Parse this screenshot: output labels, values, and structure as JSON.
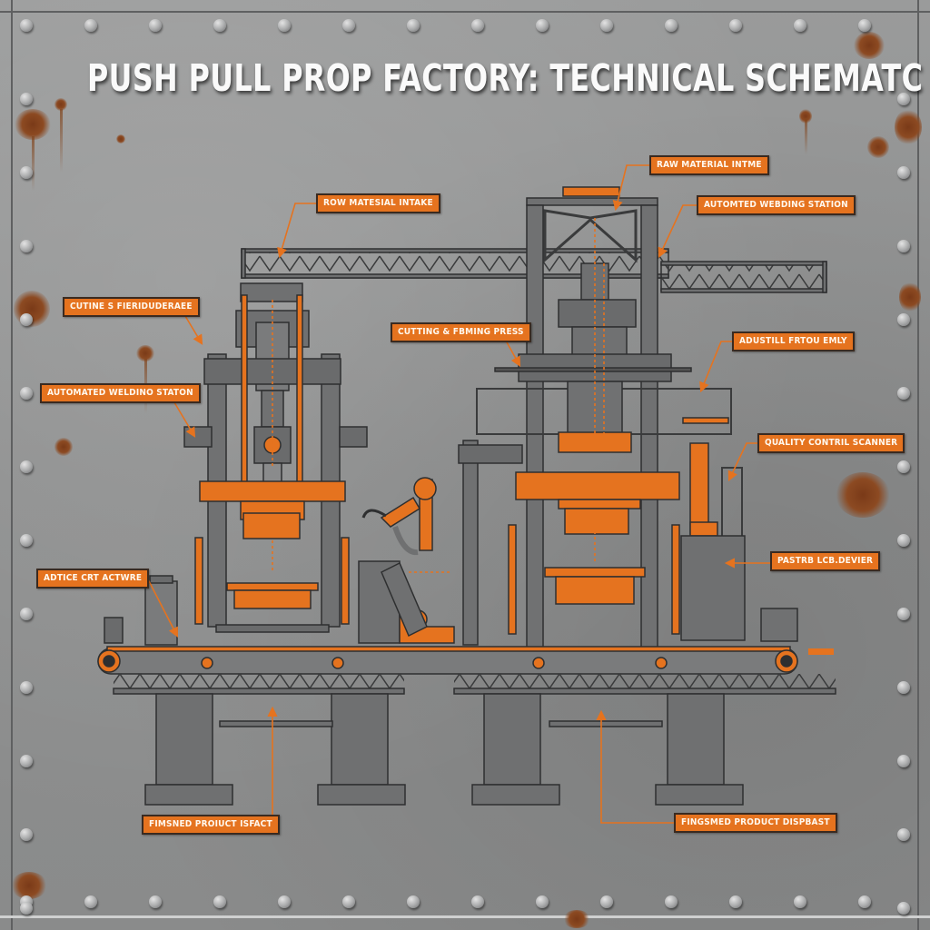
{
  "title": "PUSH PULL PROP FACTORY: TECHNICAL SCHEMATC",
  "colors": {
    "accent_orange": "#e5731f",
    "steel_gray": "#6f7071",
    "outline_dark": "#2e2f30",
    "plate_gray": "#8e8f8f",
    "title_text": "#fafafa"
  },
  "labels": {
    "raw_material_intake_left": "ROW MATESIAL INTAKE",
    "raw_material_intake_right": "RAW MATERIAL INTME",
    "automated_welding_right": "AUTOMTED WEBDING STATION",
    "cutting_left": "CUTINE S FIERIDUDERAEE",
    "automated_welding_left": "AUTOMATED WELDINO STATON",
    "cutting_forming_press": "CUTTING & FBMING PRESS",
    "adjustable_assembly": "ADUSTILL FRTOU EMLY",
    "quality_control_scanner": "QUALITY CONTRIL SCANNER",
    "robotic_arm_left": "ADTICE CRT ACTWRE",
    "press_control_right": "PASTRB LCB.DEVIER",
    "finished_product_left": "FIMSNED PROIUCT ISFACT",
    "finished_product_right": "FINGSMED PRODUCT DISPBAST"
  },
  "icons": {
    "rivet": "rivet-icon",
    "arrow": "leader-arrow-icon",
    "gear_roller": "conveyor-roller-icon"
  }
}
